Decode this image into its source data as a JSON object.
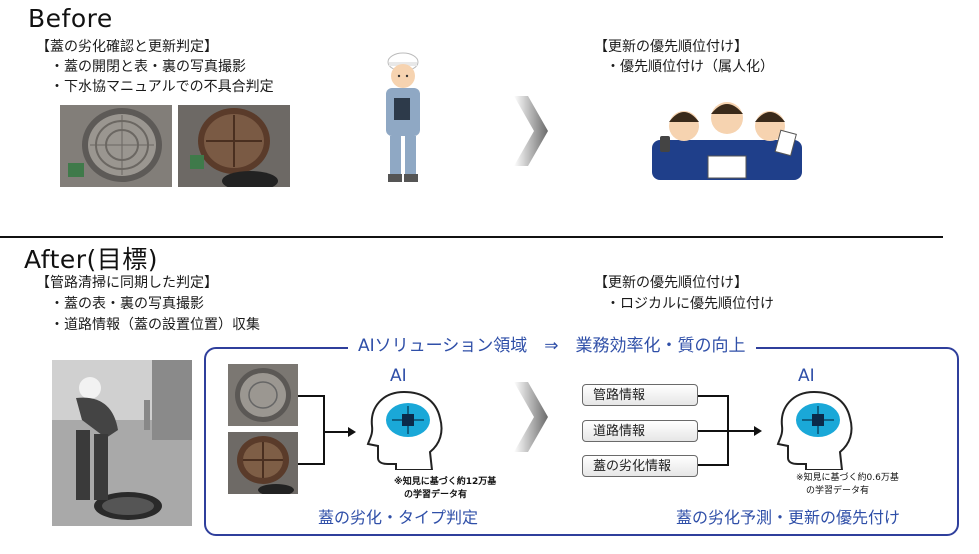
{
  "before": {
    "heading": "Before",
    "left": {
      "title": "【蓋の劣化確認と更新判定】",
      "bullets": [
        "・蓋の開閉と表・裏の写真撮影",
        "・下水協マニュアルでの不具合判定"
      ]
    },
    "right": {
      "title": "【更新の優先順位付け】",
      "bullets": [
        "・優先順位付け（属人化）"
      ]
    }
  },
  "after": {
    "heading": "After(目標)",
    "left": {
      "title": "【管路清掃に同期した判定】",
      "bullets": [
        "・蓋の表・裏の写真撮影",
        "・道路情報（蓋の設置位置）収集"
      ]
    },
    "right": {
      "title": "【更新の優先順位付け】",
      "bullets": [
        "・ロジカルに優先順位付け"
      ]
    },
    "ai_box": {
      "title": "AIソリューション領域　⇒　業務効率化・質の向上",
      "ai_label_left": "AI",
      "ai_label_right": "AI",
      "note_left": [
        "※知見に基づく約12万基",
        "の学習データ有"
      ],
      "note_right": [
        "※知見に基づく約0.6万基",
        "の学習データ有"
      ],
      "info_items": [
        "管路情報",
        "道路情報",
        "蓋の劣化情報"
      ],
      "caption_left": "蓋の劣化・タイプ判定",
      "caption_right": "蓋の劣化予測・更新の優先付け"
    }
  },
  "colors": {
    "ai_frame": "#2f3f9c",
    "ai_text": "#2f4fa8",
    "brain": "#1aa8d8",
    "worker_suit": "#8fa8c4",
    "office_suit": "#1f3f8a"
  },
  "icons": [
    "manhole-photo",
    "worker-illustration",
    "arrow-chevron",
    "office-workers-illustration",
    "brain-ai-icon"
  ]
}
